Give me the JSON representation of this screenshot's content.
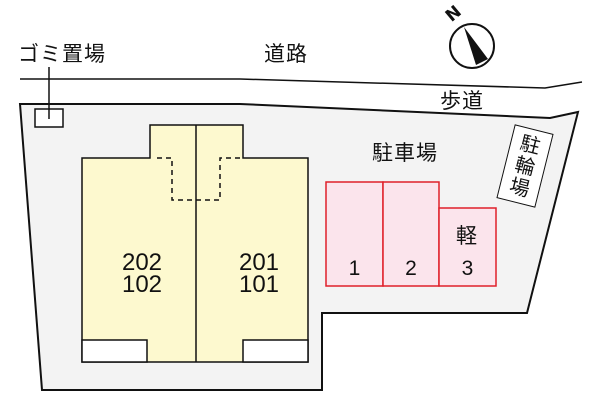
{
  "labels": {
    "garbage": "ゴミ置場",
    "road": "道路",
    "sidewalk": "歩道",
    "parking": "駐車場",
    "bicycle_parking": [
      "駐",
      "輪",
      "場"
    ],
    "compass_north": "N"
  },
  "building": {
    "units": [
      {
        "upper": "202",
        "lower": "102"
      },
      {
        "upper": "201",
        "lower": "101"
      }
    ]
  },
  "parking_spaces": [
    {
      "number": "1",
      "type": ""
    },
    {
      "number": "2",
      "type": ""
    },
    {
      "number": "3",
      "type": "軽"
    }
  ],
  "colors": {
    "site_fill": "#f3f3f3",
    "building_fill": "#fdf9cf",
    "parking_fill": "#fbe4ec",
    "parking_stroke": "#e0202a",
    "line": "#111111"
  }
}
